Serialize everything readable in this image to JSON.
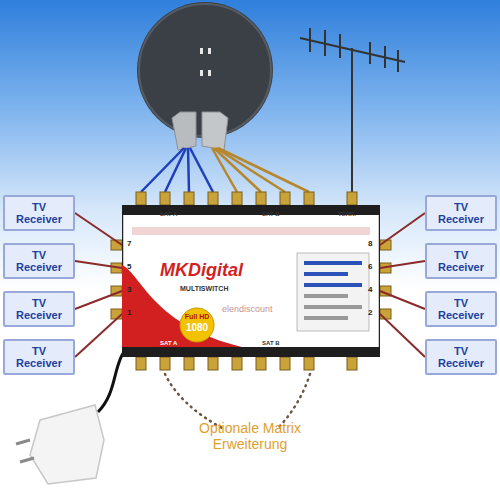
{
  "diagram": {
    "nodes": [
      {
        "text": [
          "TV Receiver"
        ]
      },
      {
        "text": [
          "TV Receiver"
        ]
      },
      {
        "text": [
          "TV Receiver"
        ]
      },
      {
        "text": [
          "TV Receiver"
        ]
      },
      {
        "text": [
          "MKDigital",
          "MULTISWITCH",
          "Full HD",
          "1080"
        ]
      },
      {
        "text": [
          "TV Receiver"
        ]
      },
      {
        "text": [
          "TV Receiver"
        ]
      },
      {
        "text": [
          "TV Receiver"
        ]
      },
      {
        "text": [
          "TV Receiver"
        ]
      }
    ],
    "edges": [
      {
        "from": 0,
        "to": 4,
        "arrow": "none"
      },
      {
        "from": 1,
        "to": 4,
        "arrow": "none"
      },
      {
        "from": 2,
        "to": 4,
        "arrow": "none"
      },
      {
        "from": 3,
        "to": 4,
        "arrow": "none"
      },
      {
        "from": 5,
        "to": 4,
        "arrow": "none"
      },
      {
        "from": 6,
        "to": 4,
        "arrow": "none"
      },
      {
        "from": 7,
        "to": 4,
        "arrow": "none"
      },
      {
        "from": 8,
        "to": 4,
        "arrow": "none"
      }
    ],
    "labels": [
      "SAT A",
      "SAT B",
      "TERR.",
      "SAT A",
      "SAT B",
      "1",
      "2",
      "3",
      "4",
      "5",
      "6",
      "7",
      "8",
      "elendiscount",
      "Optionale Matrix Erweiterung"
    ]
  }
}
